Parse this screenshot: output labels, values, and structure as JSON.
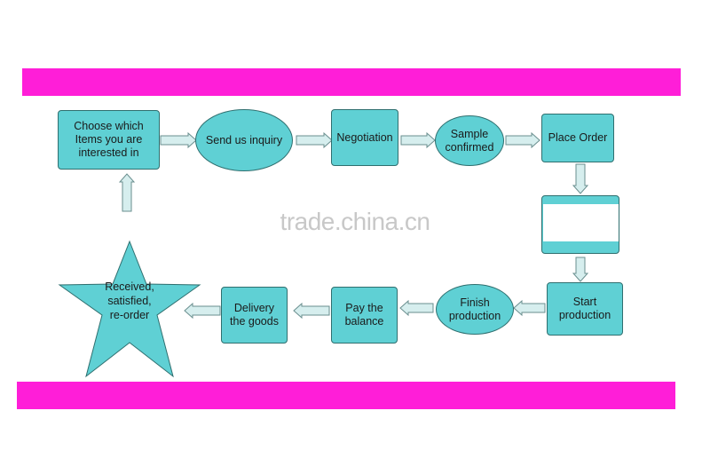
{
  "colors": {
    "band": "#ff1ed8",
    "node_fill": "#5fd0d4",
    "node_border": "#2f6f6f",
    "arrow_fill": "#d6eeee",
    "arrow_stroke": "#6a8f8f"
  },
  "steps": {
    "choose": "Choose which\nItems you are\ninterested in",
    "inquiry": "Send us inquiry",
    "negotiation": "Negotiation",
    "sample": "Sample\nconfirmed",
    "place_order": "Place Order",
    "start_production": "Start\nproduction",
    "finish_production": "Finish\nproduction",
    "pay_balance": "Pay the\nbalance",
    "delivery": "Delivery\nthe goods",
    "received": "Received,\nsatisfied,\nre-order"
  },
  "watermark": "trade.china.cn"
}
